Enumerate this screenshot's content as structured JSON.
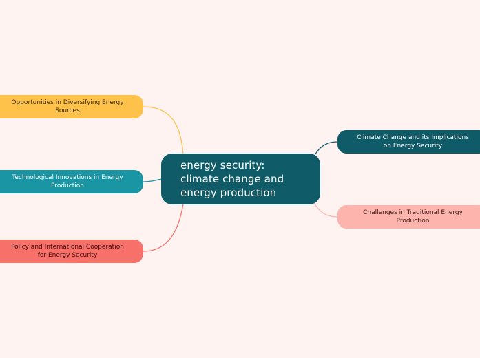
{
  "mindmap": {
    "central": {
      "lines": [
        "energy security:",
        "climate change and",
        "energy production"
      ],
      "color": "#0f5c68"
    },
    "branches": {
      "opportunities": {
        "lines": [
          "Opportunities in Diversifying Energy",
          "Sources"
        ],
        "color": "#fec24a"
      },
      "technological": {
        "lines": [
          "Technological Innovations in Energy",
          "Production"
        ],
        "color": "#1a95a4"
      },
      "policy": {
        "lines": [
          "Policy and International Cooperation",
          "for Energy Security"
        ],
        "color": "#f8706a"
      },
      "climate": {
        "lines": [
          "Climate Change and its Implications",
          "on Energy Security"
        ],
        "color": "#0f5c68"
      },
      "challenges": {
        "lines": [
          "Challenges in Traditional Energy",
          "Production"
        ],
        "color": "#fdb4ad"
      }
    },
    "background_color": "#fef3f1"
  }
}
